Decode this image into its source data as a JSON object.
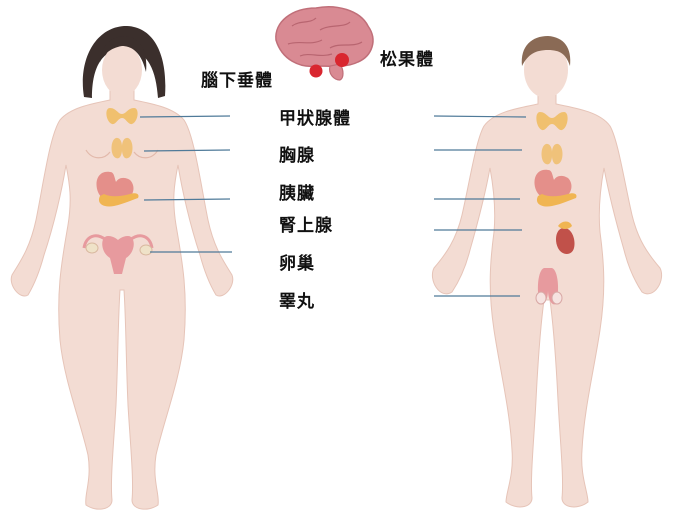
{
  "labels": {
    "pituitary": "腦下垂體",
    "pineal": "松果體",
    "thyroid": "甲狀腺體",
    "thymus": "胸腺",
    "pancreas": "胰臟",
    "adrenal": "腎上腺",
    "ovary": "卵巢",
    "testis": "睪丸"
  },
  "colors": {
    "skin": "#f3dcd3",
    "skin_shade": "#e9c9bd",
    "female_hair": "#3b2f2c",
    "male_hair": "#8a6a55",
    "thyroid": "#f0c06e",
    "thymus": "#f0c27a",
    "pancreas": "#f0b552",
    "stomach": "#e48f8a",
    "adrenal_kidney": "#c1514a",
    "uterus": "#e79a9e",
    "brain": "#d98a93",
    "gland_red": "#d9262f",
    "leader_line": "#4f7a99"
  }
}
